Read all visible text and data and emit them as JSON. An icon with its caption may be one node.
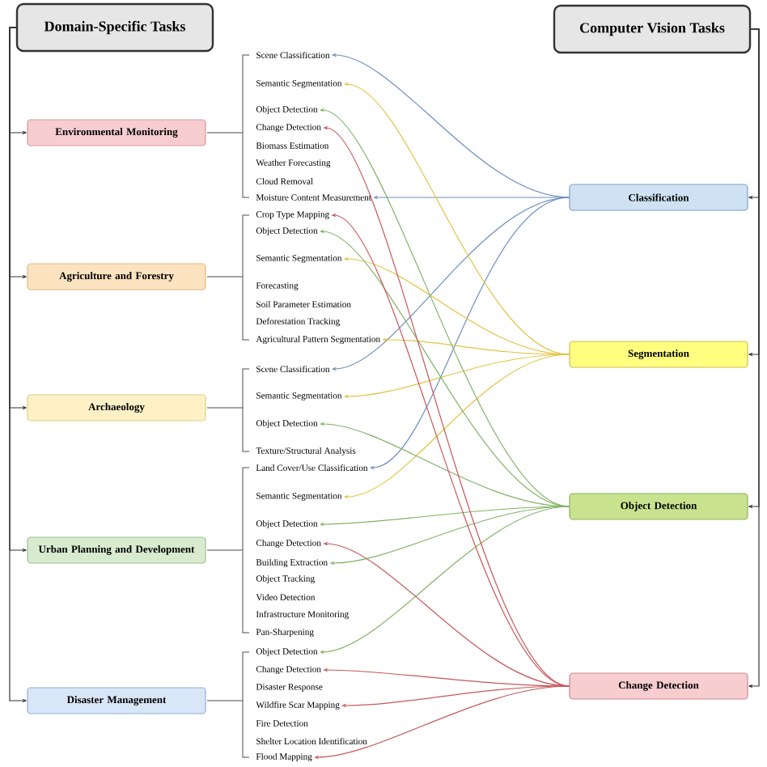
{
  "diagram": {
    "nodes": [
      {
        "text": [
          "Domain-Specific Tasks"
        ]
      },
      {
        "text": [
          "Computer Vision Tasks"
        ]
      },
      {
        "text": [
          "Environmental Monitoring"
        ]
      },
      {
        "text": [
          "Agriculture and Forestry"
        ]
      },
      {
        "text": [
          "Archaeology"
        ]
      },
      {
        "text": [
          "Urban Planning and Development"
        ]
      },
      {
        "text": [
          "Disaster Management"
        ]
      },
      {
        "text": [
          "Classification"
        ]
      },
      {
        "text": [
          "Segmentation"
        ]
      },
      {
        "text": [
          "Object Detection"
        ]
      },
      {
        "text": [
          "Change Detection"
        ]
      },
      {
        "text": [
          "Scene Classification"
        ]
      },
      {
        "text": [
          "Semantic Segmentation"
        ]
      },
      {
        "text": [
          "Object Detection"
        ]
      },
      {
        "text": [
          "Change Detection"
        ]
      },
      {
        "text": [
          "Biomass Estimation"
        ]
      },
      {
        "text": [
          "Weather Forecasting"
        ]
      },
      {
        "text": [
          "Cloud Removal"
        ]
      },
      {
        "text": [
          "Moisture Content Measurement"
        ]
      },
      {
        "text": [
          "Crop Type Mapping"
        ]
      },
      {
        "text": [
          "Object Detection"
        ]
      },
      {
        "text": [
          "Semantic Segmentation"
        ]
      },
      {
        "text": [
          "Forecasting"
        ]
      },
      {
        "text": [
          "Soil Parameter Estimation"
        ]
      },
      {
        "text": [
          "Deforestation Tracking"
        ]
      },
      {
        "text": [
          "Agricultural Pattern Segmentation"
        ]
      },
      {
        "text": [
          "Scene Classification"
        ]
      },
      {
        "text": [
          "Semantic Segmentation"
        ]
      },
      {
        "text": [
          "Object Detection"
        ]
      },
      {
        "text": [
          "Texture/Structural Analysis"
        ]
      },
      {
        "text": [
          "Land Cover/Use Classification"
        ]
      },
      {
        "text": [
          "Semantic Segmentation"
        ]
      },
      {
        "text": [
          "Object Detection"
        ]
      },
      {
        "text": [
          "Change Detection"
        ]
      },
      {
        "text": [
          "Building Extraction"
        ]
      },
      {
        "text": [
          "Object Tracking"
        ]
      },
      {
        "text": [
          "Video Detection"
        ]
      },
      {
        "text": [
          "Infrastructure Monitoring"
        ]
      },
      {
        "text": [
          "Pan-Sharpening"
        ]
      },
      {
        "text": [
          "Object Detection"
        ]
      },
      {
        "text": [
          "Change Detection"
        ]
      },
      {
        "text": [
          "Disaster Response"
        ]
      },
      {
        "text": [
          "Wildfire Scar Mapping"
        ]
      },
      {
        "text": [
          "Fire Detection"
        ]
      },
      {
        "text": [
          "Shelter Location Identification"
        ]
      },
      {
        "text": [
          "Flood Mapping"
        ]
      }
    ],
    "edges": [
      {
        "from": 0,
        "to": 2,
        "arrow": "to"
      },
      {
        "from": 0,
        "to": 3,
        "arrow": "to"
      },
      {
        "from": 0,
        "to": 4,
        "arrow": "to"
      },
      {
        "from": 0,
        "to": 5,
        "arrow": "to"
      },
      {
        "from": 0,
        "to": 6,
        "arrow": "to"
      },
      {
        "from": 1,
        "to": 7,
        "arrow": "to"
      },
      {
        "from": 1,
        "to": 8,
        "arrow": "to"
      },
      {
        "from": 1,
        "to": 9,
        "arrow": "to"
      },
      {
        "from": 1,
        "to": 10,
        "arrow": "to"
      },
      {
        "from": 7,
        "to": 11,
        "arrow": "to",
        "color": "#6c8ebf"
      },
      {
        "from": 7,
        "to": 18,
        "arrow": "to",
        "color": "#6c8ebf"
      },
      {
        "from": 7,
        "to": 26,
        "arrow": "to",
        "color": "#6c8ebf"
      },
      {
        "from": 7,
        "to": 30,
        "arrow": "to",
        "color": "#6c8ebf"
      },
      {
        "from": 8,
        "to": 12,
        "arrow": "to",
        "color": "#e3c341"
      },
      {
        "from": 8,
        "to": 21,
        "arrow": "to",
        "color": "#e3c341"
      },
      {
        "from": 8,
        "to": 25,
        "arrow": "to",
        "color": "#e3c341"
      },
      {
        "from": 8,
        "to": 27,
        "arrow": "to",
        "color": "#e3c341"
      },
      {
        "from": 8,
        "to": 31,
        "arrow": "to",
        "color": "#e3c341"
      },
      {
        "from": 9,
        "to": 13,
        "arrow": "to",
        "color": "#82b366"
      },
      {
        "from": 9,
        "to": 20,
        "arrow": "to",
        "color": "#82b366"
      },
      {
        "from": 9,
        "to": 28,
        "arrow": "to",
        "color": "#82b366"
      },
      {
        "from": 9,
        "to": 32,
        "arrow": "to",
        "color": "#82b366"
      },
      {
        "from": 9,
        "to": 34,
        "arrow": "to",
        "color": "#82b366"
      },
      {
        "from": 9,
        "to": 39,
        "arrow": "to",
        "color": "#82b366"
      },
      {
        "from": 10,
        "to": 14,
        "arrow": "to",
        "color": "#c8585a"
      },
      {
        "from": 10,
        "to": 19,
        "arrow": "to",
        "color": "#c8585a"
      },
      {
        "from": 10,
        "to": 33,
        "arrow": "to",
        "color": "#c8585a"
      },
      {
        "from": 10,
        "to": 40,
        "arrow": "to",
        "color": "#c8585a"
      },
      {
        "from": 10,
        "to": 42,
        "arrow": "to",
        "color": "#c8585a"
      },
      {
        "from": 10,
        "to": 45,
        "arrow": "to",
        "color": "#c8585a"
      }
    ]
  }
}
